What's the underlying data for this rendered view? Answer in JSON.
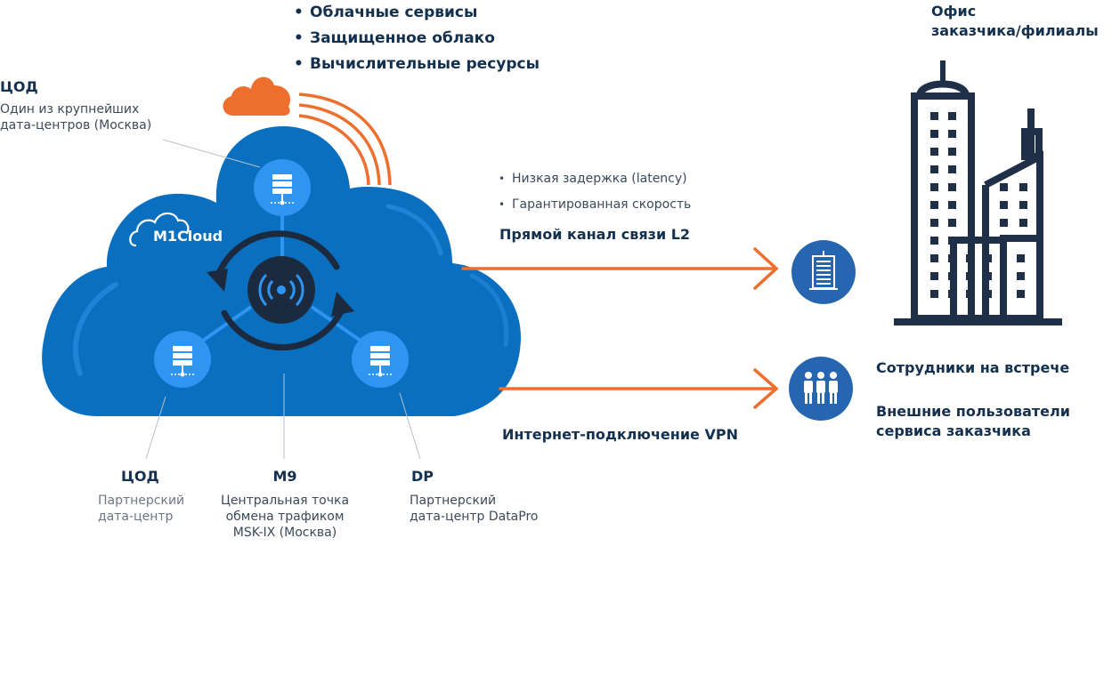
{
  "top_services": [
    "Облачные сервисы",
    "Защищенное облако",
    "Вычислительные ресурсы"
  ],
  "cod_top": {
    "title": "ЦОД",
    "desc": [
      "Один из крупнейших",
      "дата-центров (Москва)"
    ]
  },
  "brand": "M1Cloud",
  "office": {
    "title_lines": [
      "Офис",
      "заказчика/филиалы"
    ]
  },
  "l2": {
    "bullets": [
      "Низкая задержка (latency)",
      "Гарантированная скорость"
    ],
    "title": "Прямой канал связи L2"
  },
  "vpn": {
    "title": "Интернет-подключение VPN"
  },
  "users": {
    "line1": "Сотрудники на встрече",
    "line2a": "Внешние пользователи",
    "line2b": "сервиса заказчика"
  },
  "nodes": {
    "cod_left": {
      "title": "ЦОД",
      "desc": [
        "Партнерский",
        "дата-центр"
      ]
    },
    "m9": {
      "title": "M9",
      "desc": [
        "Центральная точка",
        "обмена трафиком",
        "MSK-IX (Москва)"
      ]
    },
    "dp": {
      "title": "DP",
      "desc": [
        "Партнерский",
        "дата-центр DataPro"
      ]
    }
  },
  "colors": {
    "cloud": "#0b6fbf",
    "cloud_dark": "#085aa0",
    "node": "#2f95f2",
    "hub": "#1b2a3e",
    "orange": "#ee6f2d",
    "navy": "#1e2f47",
    "circle_blue": "#2666b0"
  }
}
